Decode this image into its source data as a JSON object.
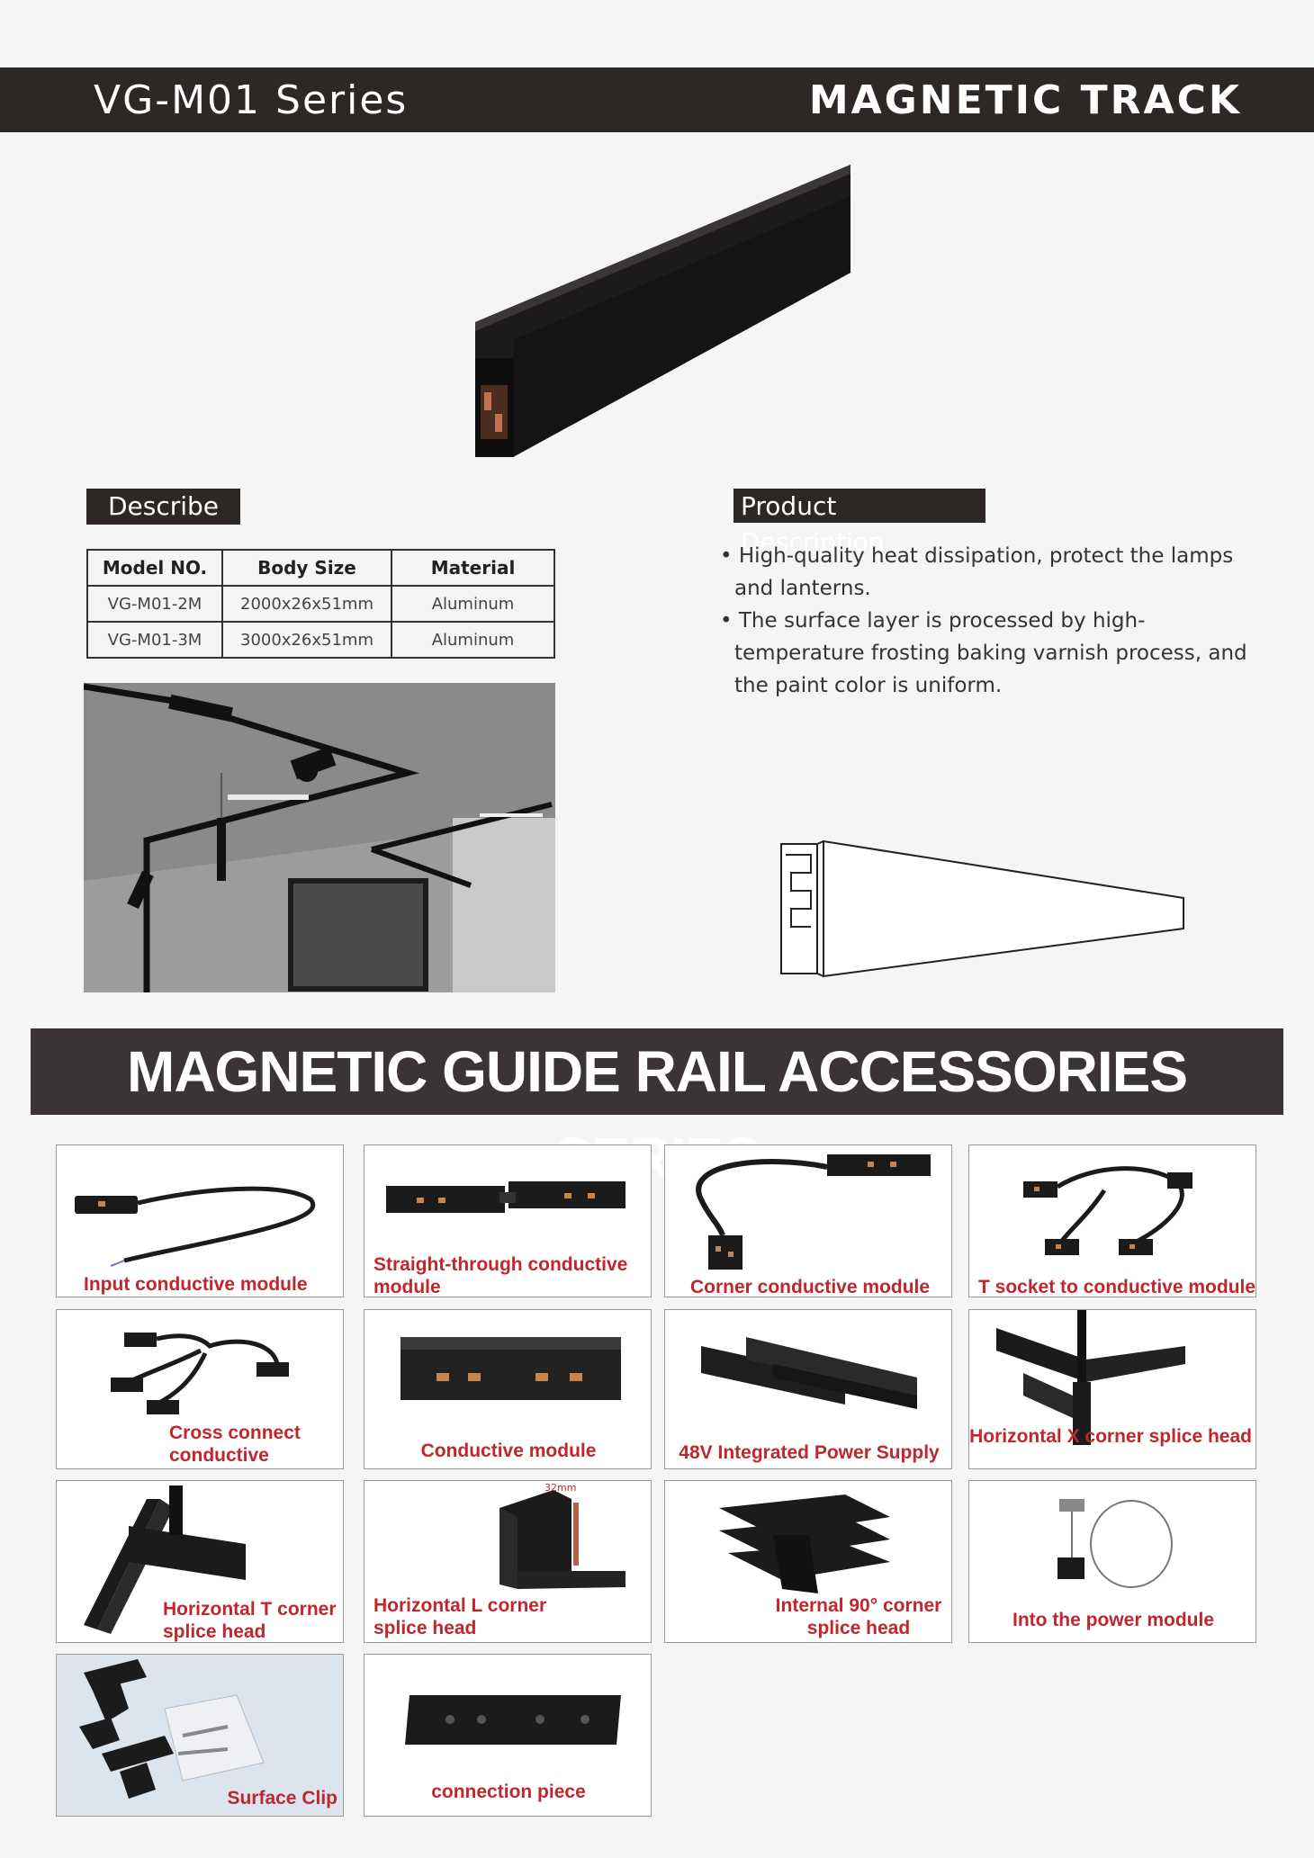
{
  "header": {
    "series": "VG-M01 Series",
    "category": "MAGNETIC TRACK"
  },
  "describe": {
    "label": "Describe",
    "columns": [
      "Model NO.",
      "Body Size",
      "Material"
    ],
    "rows": [
      [
        "VG-M01-2M",
        "2000x26x51mm",
        "Aluminum"
      ],
      [
        "VG-M01-3M",
        "3000x26x51mm",
        "Aluminum"
      ]
    ]
  },
  "product_description": {
    "label": "Product Description",
    "bullets": [
      "• High-quality heat dissipation, protect the lamps and lanterns.",
      "• The surface layer is processed by high-temperature frosting baking varnish process, and the paint color is uniform."
    ]
  },
  "accessories": {
    "title": "MAGNETIC GUIDE RAIL ACCESSORIES SERIES",
    "items": [
      "Input conductive module",
      "Straight-through conductive module",
      "Corner conductive module",
      "T socket to conductive module",
      "Cross connect conductive module",
      "Conductive module",
      "48V Integrated Power Supply",
      "Horizontal X corner splice head",
      "Horizontal T corner splice head",
      "Horizontal L corner splice head",
      "Internal 90° corner splice head",
      "Into the power module",
      "Surface Clip",
      "connection piece"
    ],
    "dimension_label": "32mm"
  },
  "colors": {
    "bar": "#2d2726",
    "caption_red": "#c0272d"
  }
}
